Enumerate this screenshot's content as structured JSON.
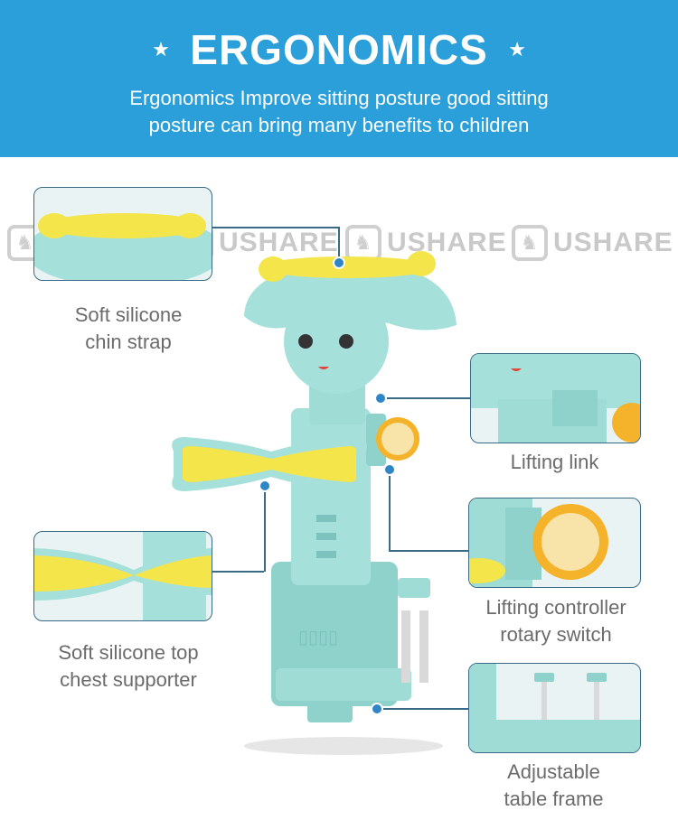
{
  "header": {
    "title": "ERGONOMICS",
    "star": "★",
    "subtitle_line1": "Ergonomics Improve sitting posture good sitting",
    "subtitle_line2": "posture can bring many benefits to children"
  },
  "watermark": {
    "text": "USHARE"
  },
  "callouts": [
    {
      "line1": "Soft silicone",
      "line2": "chin strap"
    },
    {
      "line1": "Lifting link",
      "line2": ""
    },
    {
      "line1": "Soft silicone top",
      "line2": "chest supporter"
    },
    {
      "line1": "Lifting controller",
      "line2": "rotary switch"
    },
    {
      "line1": "Adjustable",
      "line2": "table frame"
    }
  ],
  "colors": {
    "header_bg": "#2b9fd9",
    "product_mint": "#9fdcd6",
    "accent_yellow": "#f3e54a",
    "leader_line": "#3a6b86"
  }
}
